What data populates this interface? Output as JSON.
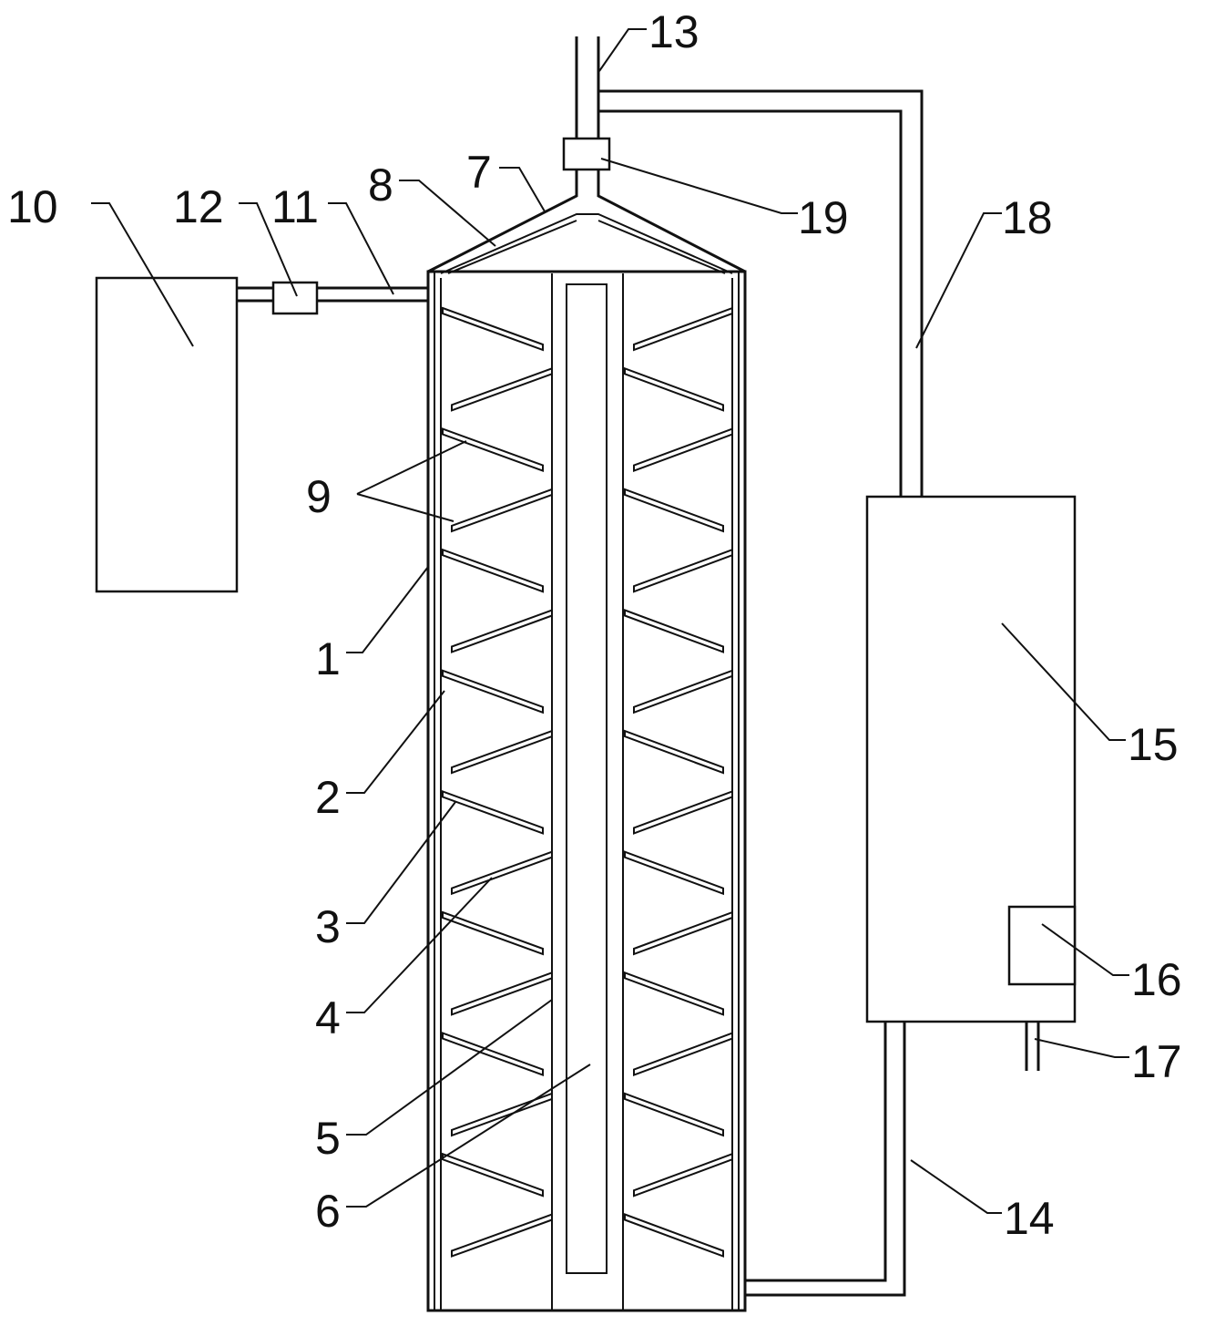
{
  "colors": {
    "line": "#111111",
    "background": "#ffffff"
  },
  "labels": {
    "l1": "1",
    "l2": "2",
    "l3": "3",
    "l4": "4",
    "l5": "5",
    "l6": "6",
    "l7": "7",
    "l8": "8",
    "l9": "9",
    "l10": "10",
    "l11": "11",
    "l12": "12",
    "l13": "13",
    "l14": "14",
    "l15": "15",
    "l16": "16",
    "l17": "17",
    "l18": "18",
    "l19": "19"
  },
  "baffle_rows": 16
}
